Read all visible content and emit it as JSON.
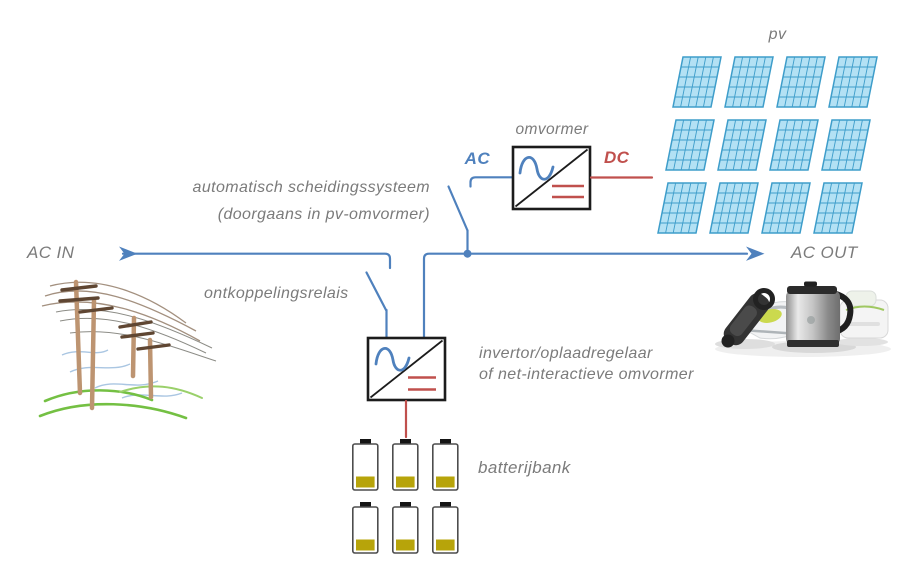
{
  "colors": {
    "wire_blue": "#4f81bd",
    "wire_red": "#c0504d",
    "text_gray": "#7b7b7b",
    "box_stroke": "#1c1c1c",
    "panel_fill": "#b3e1f4",
    "panel_stroke": "#3e9dca",
    "battery_yellow": "#b7a40a"
  },
  "labels": {
    "pv_array": "pv",
    "pv_inverter": "omvormer",
    "ac_side": "AC",
    "dc_side": "DC",
    "ac_in": "AC IN",
    "ac_out": "AC OUT",
    "auto_disconnect_1": "automatisch scheidingssysteem",
    "auto_disconnect_2": "(doorgaans in pv-omvormer)",
    "decoupling_relay": "ontkoppelingsrelais",
    "battery_inverter_1": "invertor/oplaadregelaar",
    "battery_inverter_2": "of net-interactieve omvormer",
    "battery_bank": "batterijbank"
  }
}
